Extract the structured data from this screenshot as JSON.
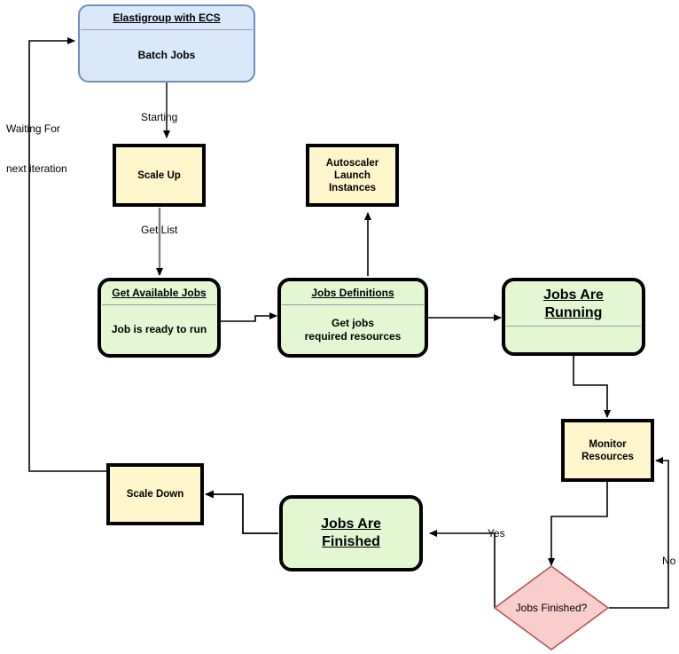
{
  "diagram": {
    "title": "Elastigroup with ECS batch jobs autoscaling flow",
    "colors": {
      "blue_fill": "#dae8fc",
      "blue_stroke": "#6c8ebf",
      "yellow_fill": "#fff6cc",
      "green_fill": "#e3f7d3",
      "pink_fill": "#f8cecc",
      "pink_stroke": "#b85450",
      "black_stroke": "#000000",
      "gray_stroke": "#808080"
    },
    "nodes": {
      "elastigroup": {
        "title": "Elastigroup with ECS",
        "body": "Batch Jobs"
      },
      "scale_up": {
        "body": "Scale Up"
      },
      "autoscaler": {
        "body_line1": "Autoscaler",
        "body_line2": "Launch",
        "body_line3": "Instances"
      },
      "get_available_jobs": {
        "title": "Get Available Jobs",
        "body": "Job is ready to run"
      },
      "jobs_definitions": {
        "title": "Jobs Definitions",
        "body_line1": "Get jobs",
        "body_line2": "required resources"
      },
      "jobs_are_running": {
        "title_line1": "Jobs Are",
        "title_line2": "Running"
      },
      "monitor_resources": {
        "body_line1": "Monitor",
        "body_line2": "Resources"
      },
      "jobs_finished_decision": {
        "label": "Jobs Finished?"
      },
      "jobs_are_finished": {
        "title_line1": "Jobs Are ",
        "title_line2": "Finished"
      },
      "scale_down": {
        "body": "Scale Down"
      }
    },
    "edge_labels": {
      "starting": "Starting",
      "get_list": "Get List",
      "yes": "Yes",
      "no": "No",
      "waiting_line1": "Waiting For",
      "waiting_line2": "next iteration"
    }
  }
}
